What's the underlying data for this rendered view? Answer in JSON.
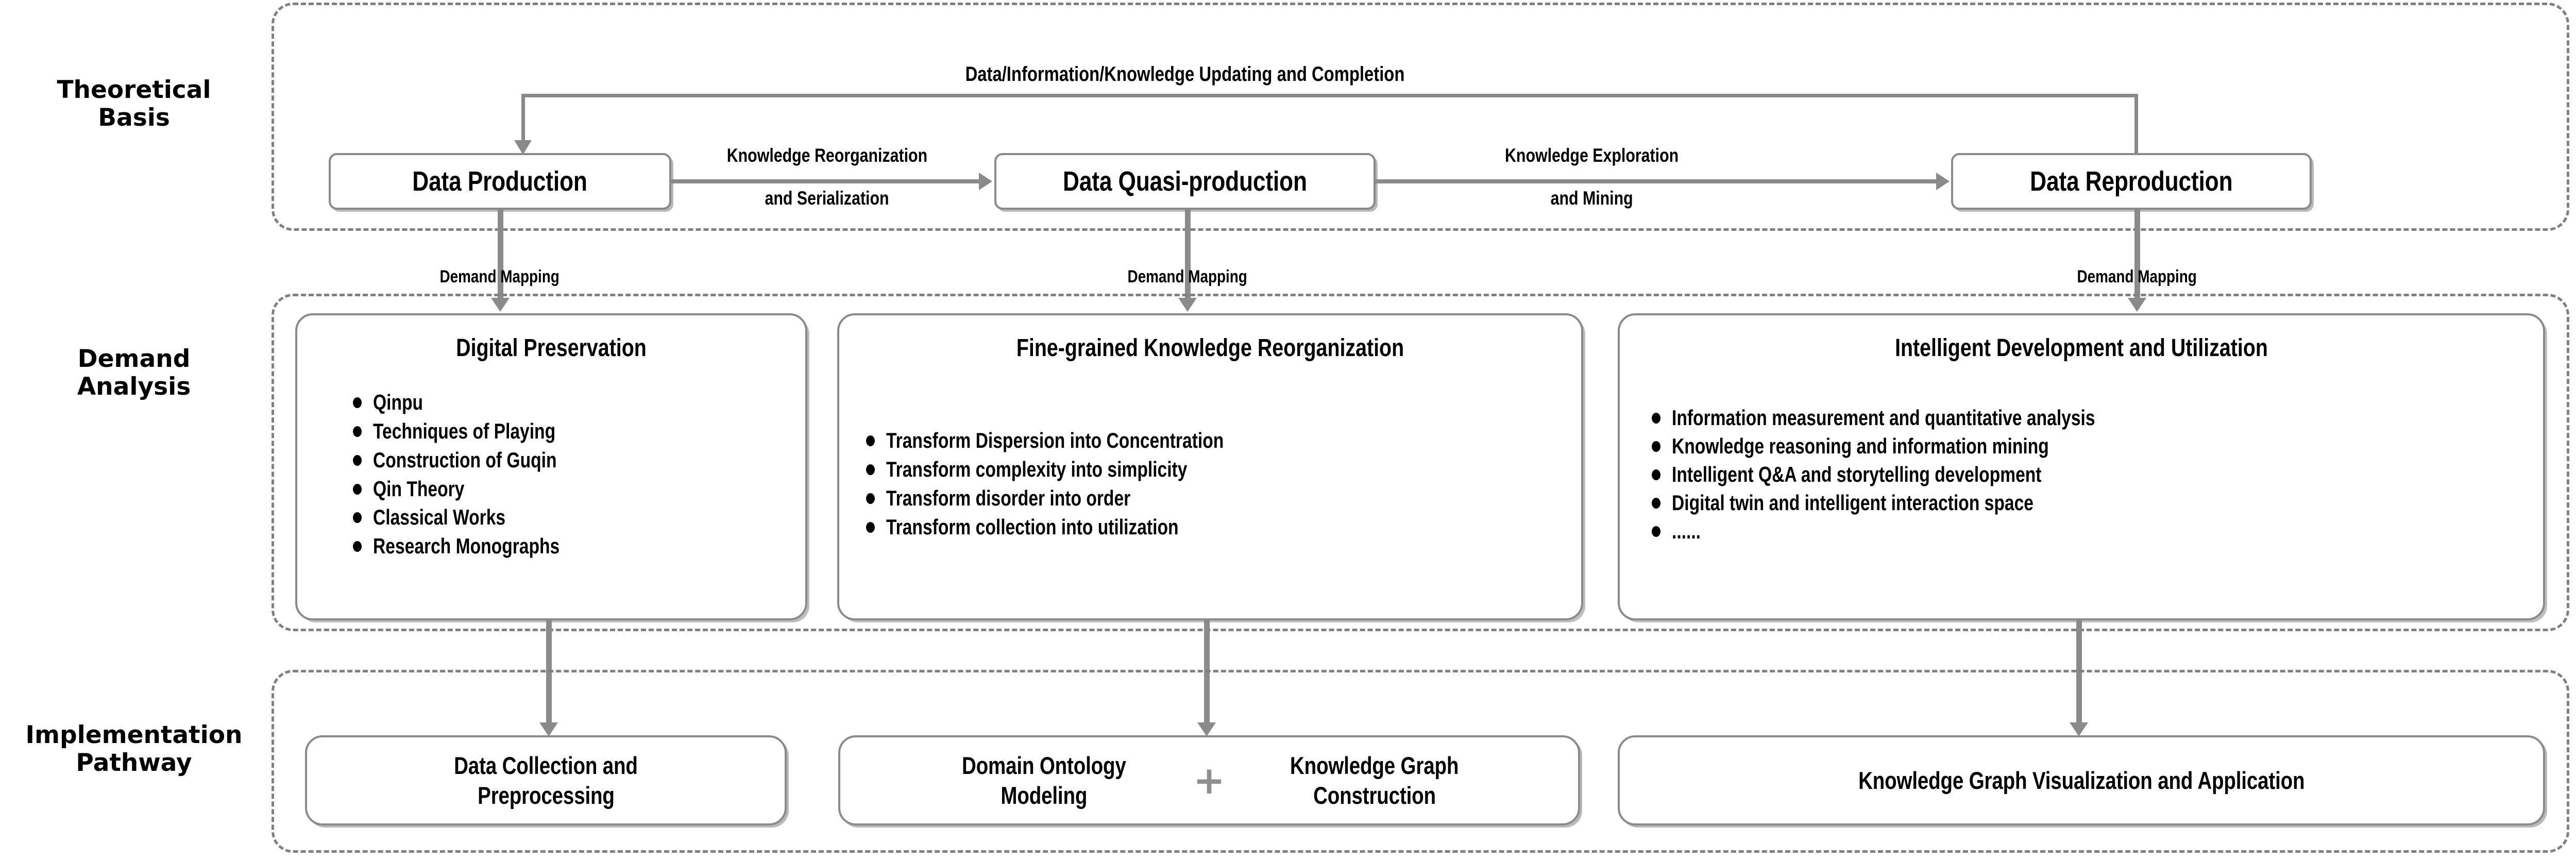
{
  "row_labels": [
    {
      "id": "theoretical-basis",
      "text": "Theoretical\nBasis"
    },
    {
      "id": "demand-analysis",
      "text": "Demand\nAnalysis"
    },
    {
      "id": "implementation-pathway",
      "text": "Implementation\nPathway"
    }
  ],
  "theoretical_basis": {
    "feedback_label": "Data/Information/Knowledge Updating and Completion",
    "nodes": [
      {
        "id": "data-production",
        "label": "Data Production"
      },
      {
        "id": "data-quasi-production",
        "label": "Data Quasi-production"
      },
      {
        "id": "data-reproduction",
        "label": "Data Reproduction"
      }
    ],
    "edges": [
      {
        "id": "edge-reorg",
        "line1": "Knowledge Reorganization",
        "line2": "and Serialization"
      },
      {
        "id": "edge-explore",
        "line1": "Knowledge Exploration",
        "line2": "and Mining"
      }
    ]
  },
  "demand_mapping_labels": [
    "Demand  Mapping",
    "Demand  Mapping",
    "Demand  Mapping"
  ],
  "demand_analysis": {
    "cards": [
      {
        "id": "digital-preservation",
        "title": "Digital Preservation",
        "items": [
          "Qinpu",
          "Techniques of Playing",
          "Construction of Guqin",
          "Qin Theory",
          "Classical Works",
          "Research Monographs"
        ]
      },
      {
        "id": "fine-grained-knowledge-reorganization",
        "title": "Fine-grained Knowledge Reorganization",
        "items": [
          "Transform Dispersion into Concentration",
          "Transform complexity into simplicity",
          "Transform disorder into order",
          "Transform collection into utilization"
        ]
      },
      {
        "id": "intelligent-development-and-utilization",
        "title": "Intelligent Development and Utilization",
        "items": [
          "Information measurement and quantitative analysis",
          "Knowledge reasoning and information mining",
          "Intelligent Q&A and storytelling development",
          "Digital twin and intelligent interaction space",
          "......"
        ]
      }
    ]
  },
  "implementation_pathway": {
    "boxes": [
      {
        "id": "data-collection-and-preprocessing",
        "line1": "Data Collection and",
        "line2": "Preprocessing"
      },
      {
        "id": "domain-ontology-modeling",
        "line1": "Domain Ontology",
        "line2": "Modeling"
      },
      {
        "id": "knowledge-graph-construction",
        "line1": "Knowledge Graph",
        "line2": "Construction"
      },
      {
        "id": "knowledge-graph-visualization-and-application",
        "line1": "Knowledge Graph Visualization and Application",
        "line2": ""
      }
    ],
    "plus_symbol": "+"
  },
  "colors": {
    "line_gray": "#8a8a8a",
    "dash_gray": "#808080",
    "text_black": "#000000",
    "plus_gray": "#8f8f8f",
    "background": "#ffffff"
  }
}
